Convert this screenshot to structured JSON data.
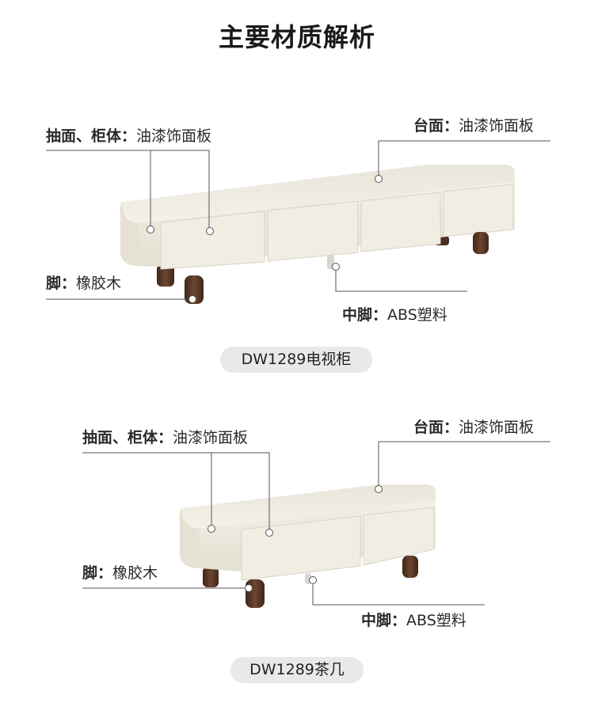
{
  "page_title": "主要材质解析",
  "sections": [
    {
      "product_name": "DW1289电视柜",
      "labels": {
        "drawer_body": {
          "key": "抽面、柜体：",
          "value": "油漆饰面板"
        },
        "top": {
          "key": "台面：",
          "value": "油漆饰面板"
        },
        "legs": {
          "key": "脚：",
          "value": "橡胶木"
        },
        "middle_leg": {
          "key": "中脚：",
          "value": "ABS塑料"
        }
      }
    },
    {
      "product_name": "DW1289茶几",
      "labels": {
        "drawer_body": {
          "key": "抽面、柜体：",
          "value": "油漆饰面板"
        },
        "top": {
          "key": "台面：",
          "value": "油漆饰面板"
        },
        "legs": {
          "key": "脚：",
          "value": "橡胶木"
        },
        "middle_leg": {
          "key": "中脚：",
          "value": "ABS塑料"
        }
      }
    }
  ],
  "colors": {
    "cabinet_body": "#efebe0",
    "cabinet_shadow": "#ddd8cb",
    "leg_wood": "#5a3a26",
    "leader_line": "#555555",
    "pill_bg": "#e9e9e9"
  }
}
